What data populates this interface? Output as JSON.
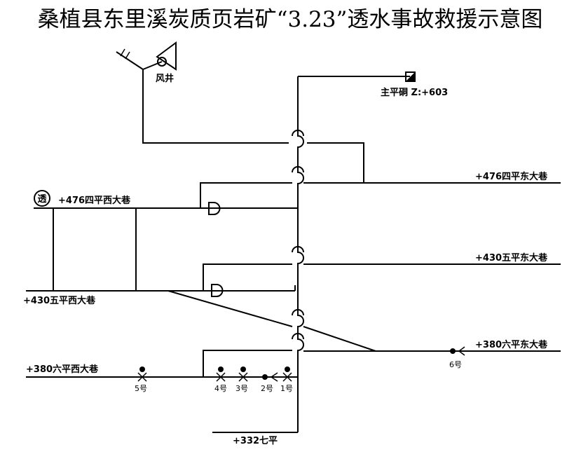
{
  "title": "桑植县东里溪炭质页岩矿“3.23”透水事故救援示意图",
  "labels": {
    "air_shaft": "风井",
    "main_adit": "主平硐 Z:+603",
    "l476_east": "+476四平东大巷",
    "l476_west": "+476四平西大巷",
    "l430_east": "+430五平东大巷",
    "l430_west": "+430五平西大巷",
    "l380_east": "+380六平东大巷",
    "l380_west": "+380六平西大巷",
    "l332": "+332七平"
  },
  "markers": {
    "flood_symbol": "透",
    "p1": "1号",
    "p2": "2号",
    "p3": "3号",
    "p4": "4号",
    "p5": "5号",
    "p6": "6号"
  }
}
